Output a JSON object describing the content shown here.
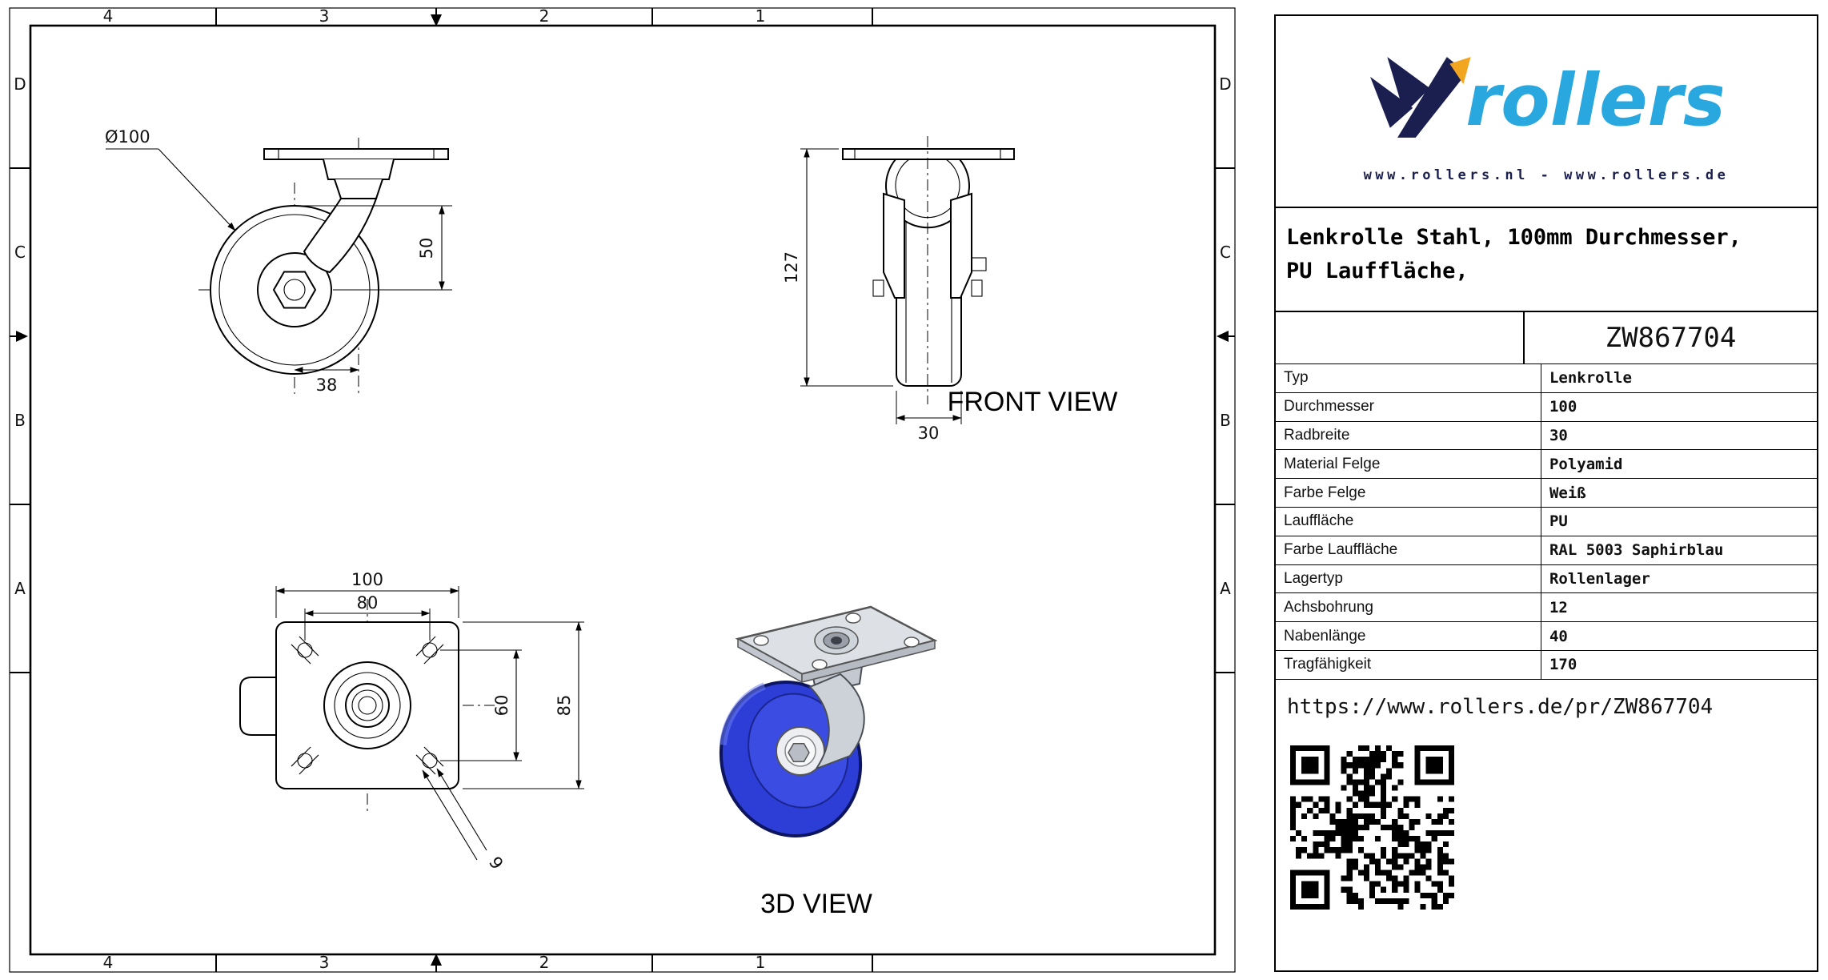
{
  "sheet": {
    "grid_cols": [
      "4",
      "3",
      "2",
      "1"
    ],
    "grid_rows": [
      "D",
      "C",
      "B",
      "A"
    ],
    "front_view_label": "FRONT VIEW",
    "view_3d_label": "3D VIEW",
    "dims": {
      "front_diameter": "Ø100",
      "front_radius": "50",
      "front_offset": "38",
      "side_height": "127",
      "side_width": "30",
      "top_plate_width": "100",
      "top_hole_spacing_w": "80",
      "top_hole_spacing_h": "60",
      "top_plate_height": "85",
      "top_hole_diameter": "9"
    }
  },
  "titleblock": {
    "brand": "rollers",
    "websites": "www.rollers.nl - www.rollers.de",
    "title_line1": "Lenkrolle Stahl, 100mm Durchmesser,",
    "title_line2": "PU Lauffläche,",
    "part_number": "ZW867704",
    "properties": [
      {
        "label": "Typ",
        "value": "Lenkrolle"
      },
      {
        "label": "Durchmesser",
        "value": "100"
      },
      {
        "label": "Radbreite",
        "value": "30"
      },
      {
        "label": "Material Felge",
        "value": "Polyamid"
      },
      {
        "label": "Farbe Felge",
        "value": "Weiß"
      },
      {
        "label": "Lauffläche",
        "value": "PU"
      },
      {
        "label": "Farbe Lauffläche",
        "value": "RAL 5003 Saphirblau"
      },
      {
        "label": "Lagertyp",
        "value": "Rollenlager"
      },
      {
        "label": "Achsbohrung",
        "value": "12"
      },
      {
        "label": "Nabenlänge",
        "value": "40"
      },
      {
        "label": "Tragfähigkeit",
        "value": "170"
      }
    ],
    "url": "https://www.rollers.de/pr/ZW867704",
    "colors": {
      "brand_cyan": "#29a8e0",
      "brand_navy": "#1a1f4f",
      "brand_orange": "#f2a51f",
      "wheel_blue": "#2c3ed6"
    }
  }
}
